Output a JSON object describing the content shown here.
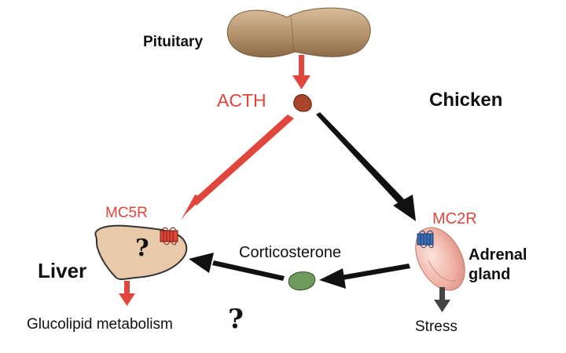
{
  "labels": {
    "pituitary": "Pituitary",
    "acth": "ACTH",
    "chicken": "Chicken",
    "mc5r": "MC5R",
    "mc2r": "MC2R",
    "liver": "Liver",
    "corticosterone": "Corticosterone",
    "adrenal_line1": "Adrenal",
    "adrenal_line2": "gland",
    "glucolipid": "Glucolipid metabolism",
    "stress": "Stress",
    "question_liver": "?",
    "question_metabolism": "?"
  },
  "colors": {
    "red": "#e0463c",
    "black": "#111111",
    "pituitary_fill": "#b3916b",
    "liver_fill": "#e8c9a9",
    "adrenal_fill": "#f0b3a6",
    "acth_fill": "#a8442a",
    "cortico_fill": "#6f9a5d",
    "mc5r_receptor": "#e0463c",
    "mc2r_receptor": "#3d6fb6",
    "gray_arrow": "#444444"
  },
  "icons": {
    "pituitary": "pituitary-gland-icon",
    "liver": "liver-organ-icon",
    "adrenal": "adrenal-gland-icon",
    "acth": "acth-hormone-icon",
    "corticosterone": "corticosterone-hormone-icon",
    "mc5r_receptor": "mc5r-receptor-icon",
    "mc2r_receptor": "mc2r-receptor-icon"
  }
}
